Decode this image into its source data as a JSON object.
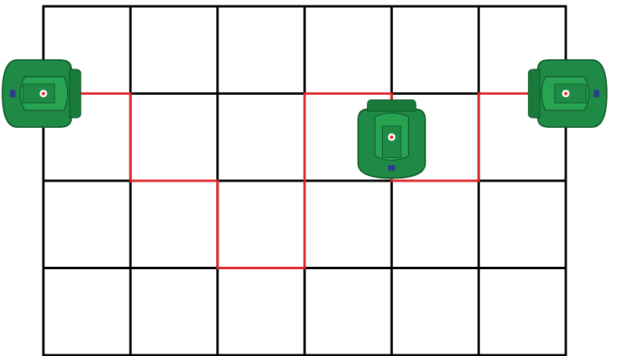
{
  "diagram": {
    "grid": {
      "columns": 6,
      "rows": 4,
      "line_color": "#000000"
    },
    "path": {
      "color": "#e0262b",
      "nodes": [
        [
          0,
          1
        ],
        [
          1,
          1
        ],
        [
          1,
          2
        ],
        [
          2,
          2
        ],
        [
          2,
          3
        ],
        [
          3,
          3
        ],
        [
          3,
          1
        ],
        [
          4,
          1
        ],
        [
          4,
          2
        ],
        [
          5,
          2
        ],
        [
          5,
          1
        ],
        [
          6,
          1
        ]
      ]
    },
    "robots": [
      {
        "id": "start",
        "node": [
          0,
          1
        ],
        "orientation": "facing-right"
      },
      {
        "id": "middle",
        "node": [
          4,
          1.5
        ],
        "orientation": "facing-up"
      },
      {
        "id": "end",
        "node": [
          6,
          1
        ],
        "orientation": "facing-left"
      }
    ],
    "robot_color": "#1f8a45",
    "robot_icon": "wheeled-robot-icon"
  }
}
